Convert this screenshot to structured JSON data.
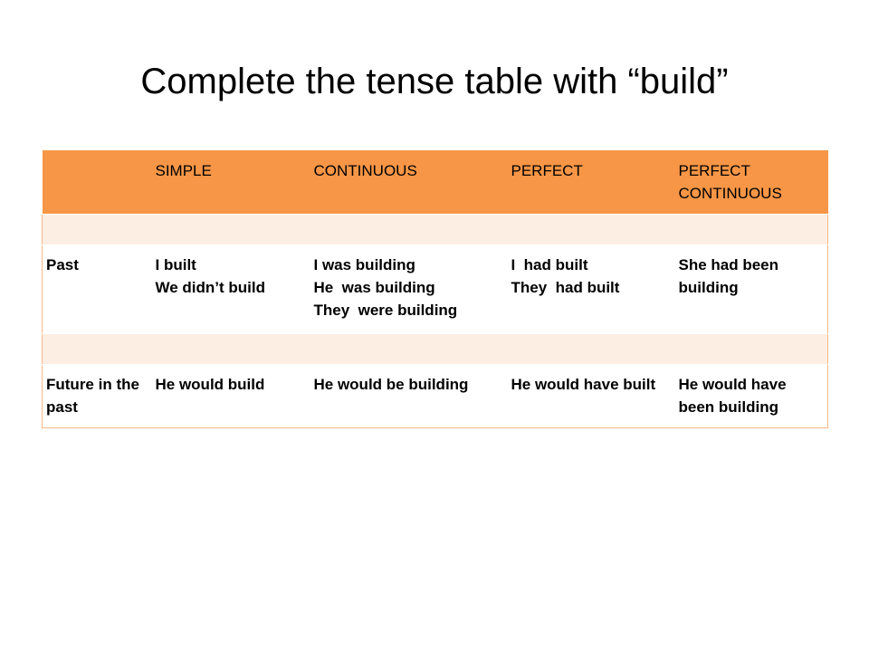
{
  "title": "Complete the tense table with “build”",
  "table": {
    "headers": [
      "",
      "SIMPLE",
      "CONTINUOUS",
      "PERFECT",
      "PERFECT CONTINUOUS"
    ],
    "rows": [
      {
        "label": "Past",
        "simple": [
          "I built",
          "We didn’t build"
        ],
        "continuous": [
          "I was building",
          "He  was building",
          "They  were building"
        ],
        "perfect": [
          "I  had built",
          "They  had built"
        ],
        "perfect_continuous": "She had been building"
      },
      {
        "label": "Future in the past",
        "simple": "He would build",
        "continuous": "He would be building",
        "perfect": "He would have built",
        "perfect_continuous": "He would have been building"
      }
    ]
  }
}
